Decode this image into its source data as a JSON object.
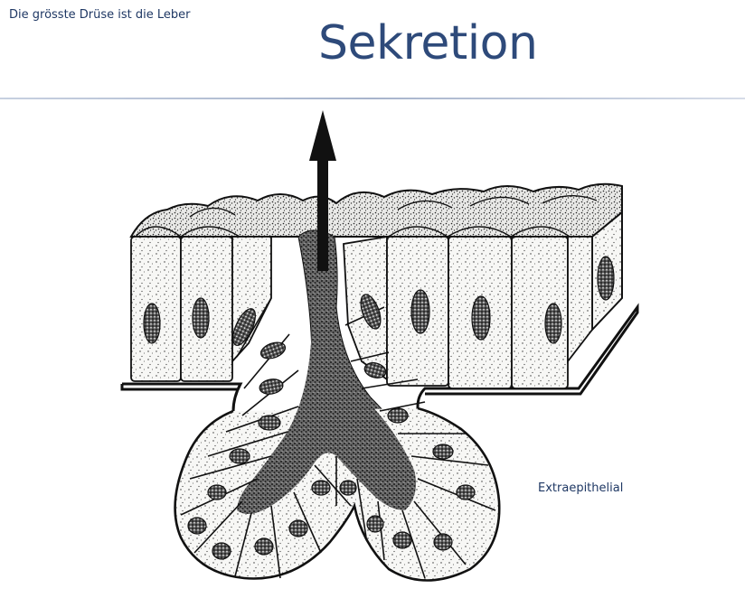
{
  "header": {
    "subtitle": "Die grösste Drüse ist die Leber",
    "title": "Sekretion"
  },
  "figure": {
    "label_extraepithelial": "Extraepithelial"
  }
}
